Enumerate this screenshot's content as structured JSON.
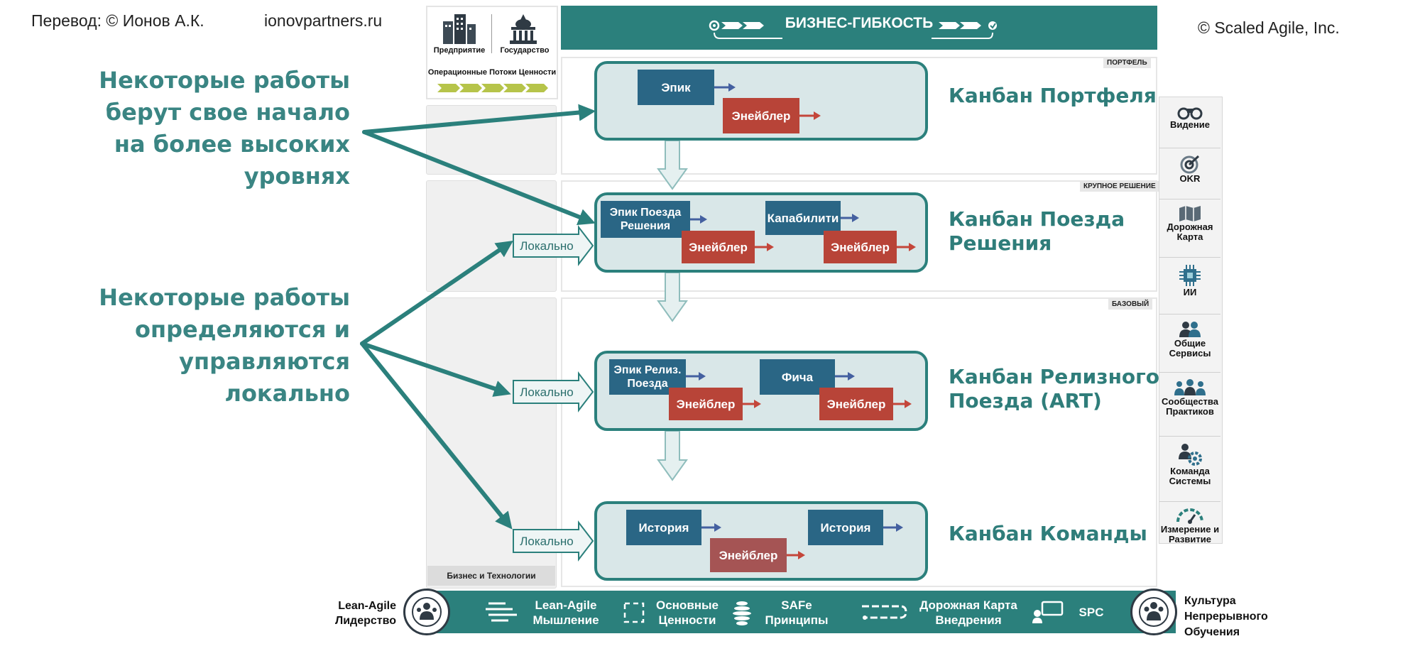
{
  "credits": {
    "translation": "Перевод: © Ионов А.К.",
    "website": "ionovpartners.ru",
    "copyright": "© Scaled Agile,  Inc."
  },
  "notes": {
    "higher_levels": [
      "Некоторые работы",
      "берут свое начало",
      "на более высоких",
      "уровнях"
    ],
    "local": [
      "Некоторые работы",
      "определяются и",
      "управляются",
      "локально"
    ]
  },
  "logo_box": {
    "enterprise": "Предприятие",
    "government": "Государство",
    "ovs": "Операционные Потоки Ценности"
  },
  "header": {
    "title": "БИЗНЕС-ГИБКОСТЬ"
  },
  "tags": {
    "portfolio": "ПОРТФЕЛЬ",
    "large_solution": "КРУПНОЕ РЕШЕНИЕ",
    "essential": "БАЗОВЫЙ"
  },
  "left_strip": {
    "bottom_label": "Бизнес и Технологии"
  },
  "kanbans": {
    "portfolio": {
      "title": [
        "Канбан Портфеля"
      ],
      "items": [
        "Эпик",
        "Энейблер"
      ]
    },
    "solution": {
      "title": [
        "Канбан Поезда",
        "Решения"
      ],
      "items": [
        "Эпик Поезда Решения",
        "Энейблер",
        "Капабилити",
        "Энейблер"
      ],
      "local": "Локально"
    },
    "art": {
      "title": [
        "Канбан Релизного",
        "Поезда (ART)"
      ],
      "items": [
        "Эпик Релиз. Поезда",
        "Энейблер",
        "Фича",
        "Энейблер"
      ],
      "local": "Локально"
    },
    "team": {
      "title": [
        "Канбан Команды"
      ],
      "items": [
        "История",
        "Энейблер",
        "История"
      ],
      "local": "Локально"
    }
  },
  "right_rail": [
    {
      "label": "Видение",
      "icon": "binoculars-icon"
    },
    {
      "label": "OKR",
      "icon": "target-icon"
    },
    {
      "label": "Дорожная Карта",
      "icon": "map-icon"
    },
    {
      "label": "ИИ",
      "icon": "chip-icon"
    },
    {
      "label": "Общие Сервисы",
      "icon": "people-icon"
    },
    {
      "label": "Сообщества Практиков",
      "icon": "community-icon"
    },
    {
      "label": "Команда Системы",
      "icon": "system-team-icon"
    },
    {
      "label": "Измерение и Развитие",
      "icon": "gauge-icon"
    }
  ],
  "footer": {
    "left_label": "Lean-Agile Лидерство",
    "right_label": "Культура Непрерывного Обучения",
    "items": [
      {
        "label": "Lean-Agile Мышление",
        "icon": "mindset-icon"
      },
      {
        "label": "Основные Ценности",
        "icon": "values-icon"
      },
      {
        "label": "SAFe Принципы",
        "icon": "principles-icon"
      },
      {
        "label": "Дорожная Карта Внедрения",
        "icon": "roadmap-icon"
      },
      {
        "label": "SPC",
        "icon": "spc-icon"
      }
    ]
  },
  "colors": {
    "teal": "#2b807c",
    "blue": "#2a6685",
    "red": "#b84438",
    "lane_fill": "#d9e7e8"
  }
}
